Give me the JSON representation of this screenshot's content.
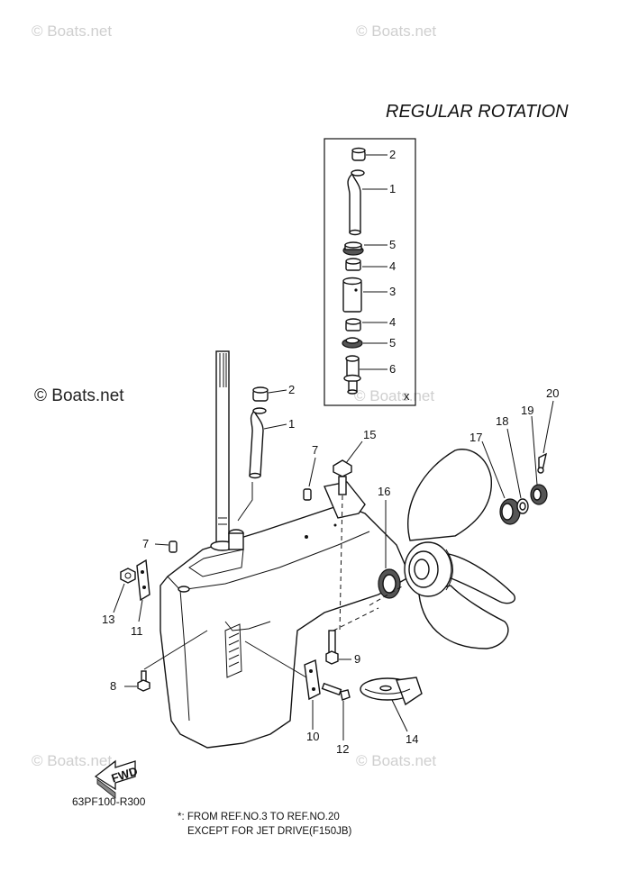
{
  "title": "REGULAR ROTATION",
  "drawing_code": "63PF100-R300",
  "note_line1": "*: FROM REF.NO.3 TO REF.NO.20",
  "note_line2": "EXCEPT FOR JET DRIVE(F150JB)",
  "inset_mark": "x",
  "fwd_label": "FWD",
  "watermarks": {
    "text": "© Boats.net",
    "faded_text": "© Boats.net"
  },
  "callouts": {
    "inset": [
      "2",
      "1",
      "5",
      "4",
      "3",
      "4",
      "5",
      "6"
    ],
    "main": {
      "r2": "2",
      "r1": "1",
      "r7a": "7",
      "r15": "15",
      "r16": "16",
      "r17": "17",
      "r18": "18",
      "r19": "19",
      "r20": "20",
      "r7b": "7",
      "r13": "13",
      "r11": "11",
      "r8": "8",
      "r9": "9",
      "r10": "10",
      "r12": "12",
      "r14": "14"
    }
  },
  "colors": {
    "ink": "#111111",
    "watermark": "#cfcfcf"
  }
}
